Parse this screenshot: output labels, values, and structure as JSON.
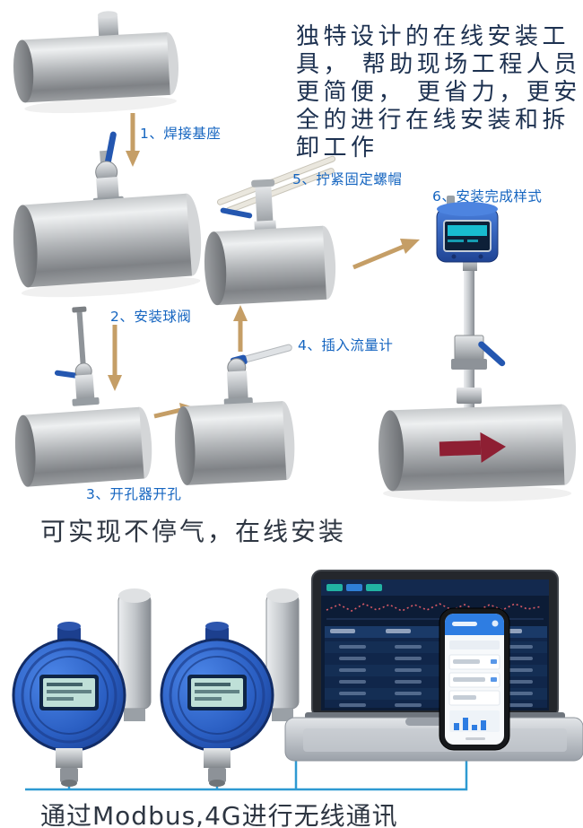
{
  "intro": {
    "lines": [
      "独特设计的在线安装工",
      "具， 帮助现场工程人员",
      "更简便， 更省力，更安",
      "全的进行在线安装和拆",
      "卸工作"
    ]
  },
  "steps": [
    {
      "id": 1,
      "label": "1、焊接基座"
    },
    {
      "id": 2,
      "label": "2、安装球阀"
    },
    {
      "id": 3,
      "label": "3、开孔器开孔"
    },
    {
      "id": 4,
      "label": "4、插入流量计"
    },
    {
      "id": 5,
      "label": "5、拧紧固定螺帽"
    },
    {
      "id": 6,
      "label": "6、安装完成样式"
    }
  ],
  "captions": {
    "middle": "可实现不停气，在线安装",
    "bottom": "通过Modbus,4G进行无线通讯"
  },
  "colors": {
    "step_label_blue": "#1565c0",
    "arrow_gold": "#c59e66",
    "intro_text": "#1d3150",
    "caption_text": "#2e3642",
    "flow_arrow_red": "#8e1f33",
    "wire_blue": "#2e9ad2",
    "valve_handle_blue": "#2457b0",
    "device_body_blue": "#2a5ec2"
  }
}
